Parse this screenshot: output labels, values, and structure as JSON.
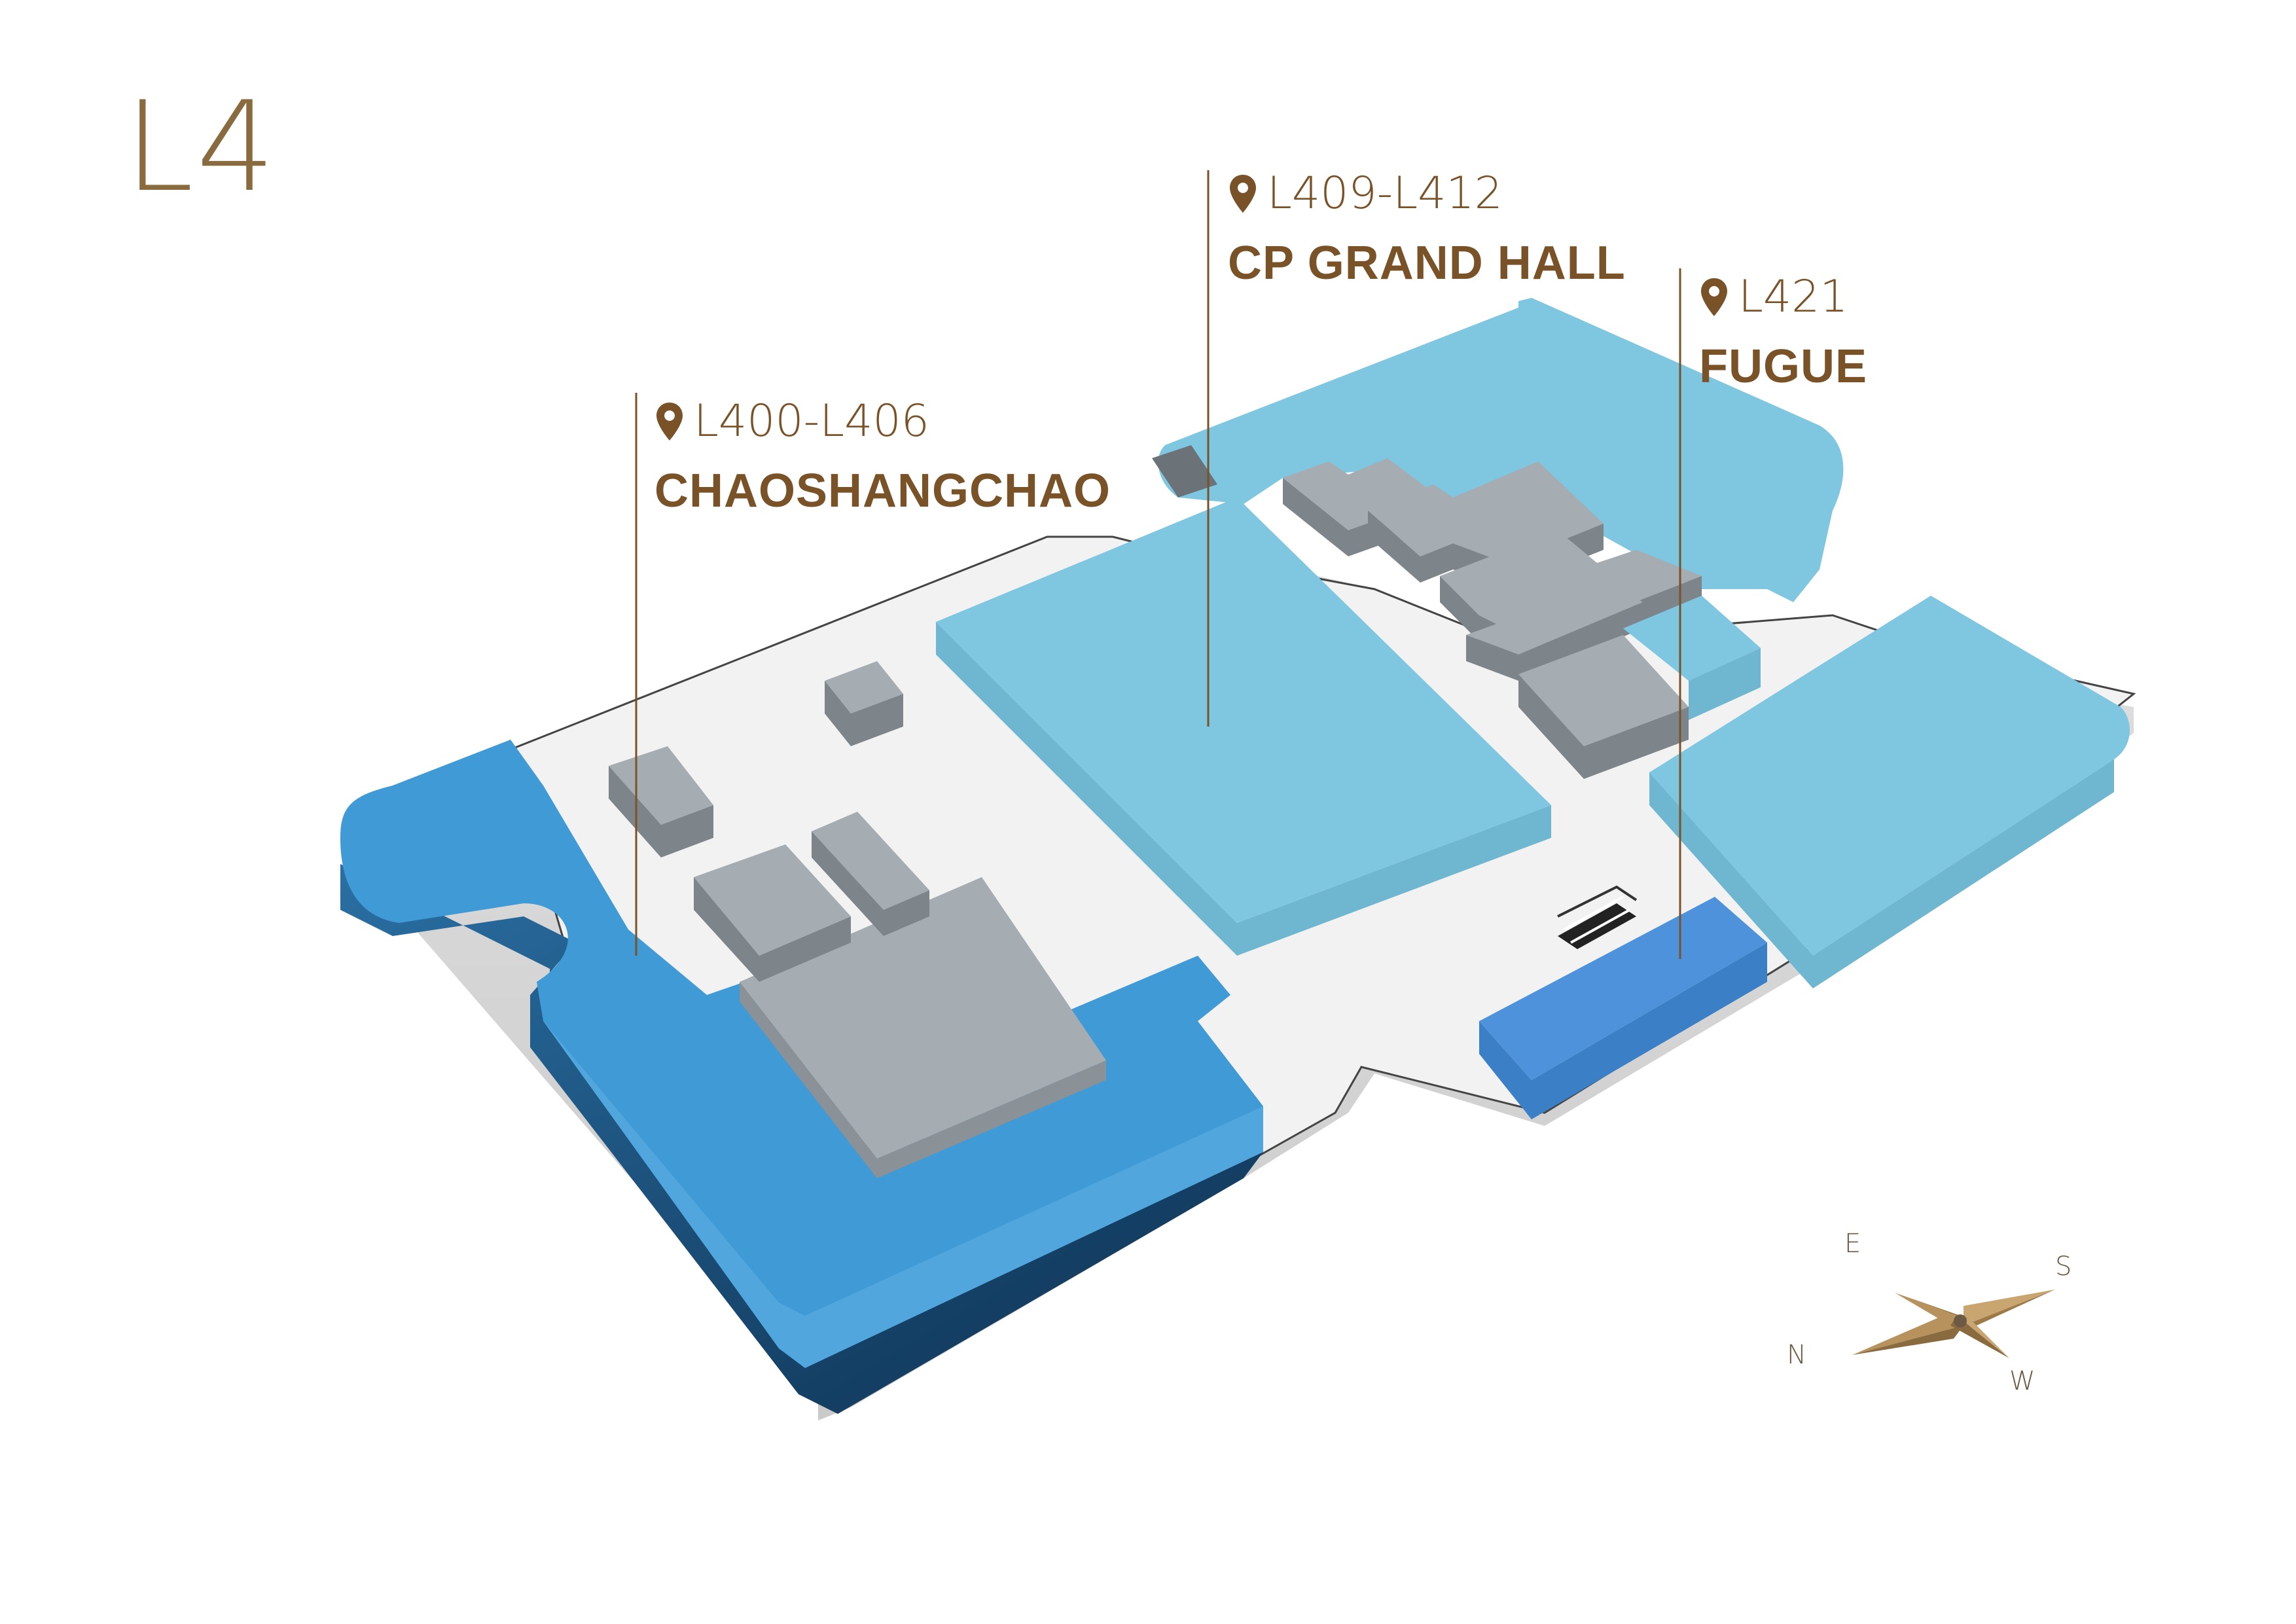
{
  "floor": {
    "label": "L4"
  },
  "callouts": [
    {
      "unit": "L400-L406",
      "name": "CHAOSHANGCHAO"
    },
    {
      "unit": "L409-L412",
      "name": "CP GRAND HALL"
    },
    {
      "unit": "L421",
      "name": "FUGUE"
    }
  ],
  "compass": {
    "n": "N",
    "e": "E",
    "s": "S",
    "w": "W"
  },
  "icons": {
    "pin": "map-pin-icon",
    "compass": "compass-rose-icon"
  },
  "colors": {
    "accent": "#7a5228",
    "tenant_deep_blue": "#3f9ad5",
    "tenant_light_blue": "#7fc6e0",
    "tenant_mid_blue": "#4f92dc",
    "service_gray": "#a5acb2",
    "floor_slab": "#f3f2f2"
  }
}
